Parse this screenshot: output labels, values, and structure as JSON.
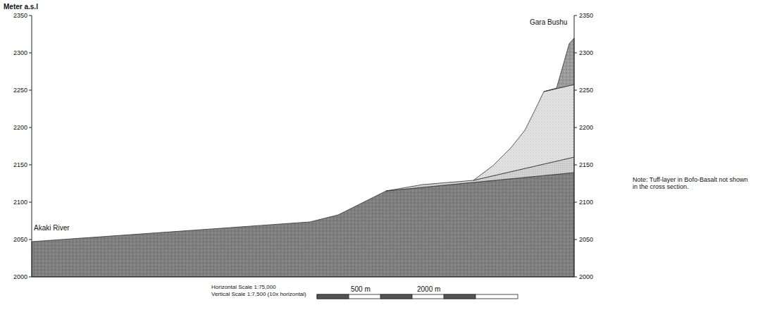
{
  "diagram": {
    "labels": [
      "Meter a.s.l",
      "2350",
      "2300",
      "2250",
      "2200",
      "2150",
      "2100",
      "2050",
      "2000",
      "Gara Bushu",
      "2350",
      "2300",
      "2250",
      "2200",
      "2150",
      "2100",
      "2050",
      "2000",
      "Akaki River",
      "Note: Tuff-layer in Bofo-Basalt not shown in the cross section.",
      "Horizontal Scale 1:75,000",
      "Vertical Scale 1:7,500 (10x horizontal)",
      "500 m",
      "2000 m"
    ]
  }
}
